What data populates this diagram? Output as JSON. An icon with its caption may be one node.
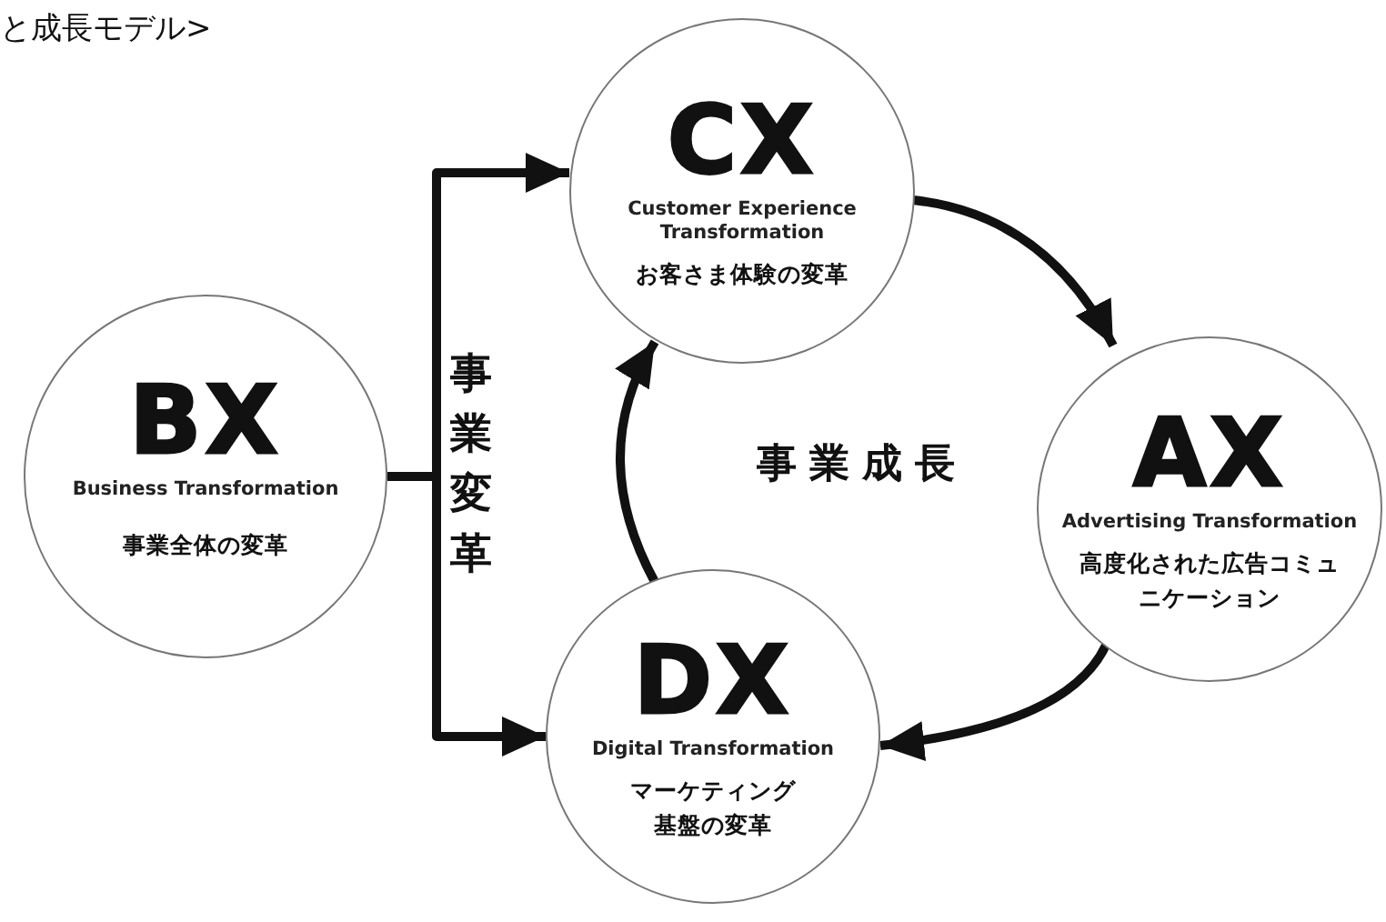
{
  "diagram": {
    "title": "と成長モデル>",
    "nodes": [
      {
        "text": [
          "BX",
          "Business Transformation",
          "事業全体の変革"
        ]
      },
      {
        "text": [
          "CX",
          "Customer Experience Transformation",
          "お客さま体験の変革"
        ]
      },
      {
        "text": [
          "AX",
          "Advertising Transformation",
          "高度化された広告コミュニケーション"
        ]
      },
      {
        "text": [
          "DX",
          "Digital Transformation",
          "マーケティング基盤の変革"
        ]
      }
    ],
    "edges": [
      {
        "from": 0,
        "to": 1,
        "arrow": "to"
      },
      {
        "from": 0,
        "to": 3,
        "arrow": "to"
      },
      {
        "from": 1,
        "to": 2,
        "arrow": "to"
      },
      {
        "from": 2,
        "to": 3,
        "arrow": "to"
      },
      {
        "from": 3,
        "to": 1,
        "arrow": "to"
      }
    ],
    "labels": [
      "事業変革",
      "事業成長"
    ]
  }
}
